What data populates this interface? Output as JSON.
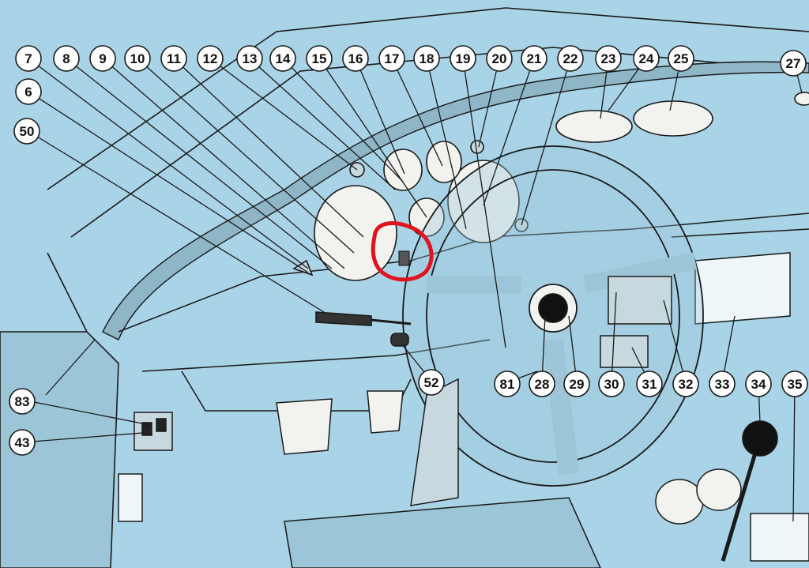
{
  "diagram": {
    "callouts": [
      {
        "id": "7",
        "label": "7"
      },
      {
        "id": "8",
        "label": "8"
      },
      {
        "id": "9",
        "label": "9"
      },
      {
        "id": "10",
        "label": "10"
      },
      {
        "id": "11",
        "label": "11"
      },
      {
        "id": "12",
        "label": "12"
      },
      {
        "id": "13",
        "label": "13"
      },
      {
        "id": "14",
        "label": "14"
      },
      {
        "id": "15",
        "label": "15"
      },
      {
        "id": "16",
        "label": "16"
      },
      {
        "id": "17",
        "label": "17"
      },
      {
        "id": "18",
        "label": "18"
      },
      {
        "id": "19",
        "label": "19"
      },
      {
        "id": "20",
        "label": "20"
      },
      {
        "id": "21",
        "label": "21"
      },
      {
        "id": "22",
        "label": "22"
      },
      {
        "id": "23",
        "label": "23"
      },
      {
        "id": "24",
        "label": "24"
      },
      {
        "id": "25",
        "label": "25"
      },
      {
        "id": "27",
        "label": "27"
      },
      {
        "id": "6",
        "label": "6"
      },
      {
        "id": "50",
        "label": "50"
      },
      {
        "id": "52",
        "label": "52"
      },
      {
        "id": "81",
        "label": "81"
      },
      {
        "id": "28",
        "label": "28"
      },
      {
        "id": "29",
        "label": "29"
      },
      {
        "id": "30",
        "label": "30"
      },
      {
        "id": "31",
        "label": "31"
      },
      {
        "id": "32",
        "label": "32"
      },
      {
        "id": "33",
        "label": "33"
      },
      {
        "id": "34",
        "label": "34"
      },
      {
        "id": "35",
        "label": "35"
      },
      {
        "id": "83",
        "label": "83"
      },
      {
        "id": "43",
        "label": "43"
      }
    ],
    "highlight_color": "#e0141e",
    "background_color": "#a9d3e6",
    "line_color": "#1a1a1a",
    "gauge_face_color": "#f2f2ee"
  }
}
